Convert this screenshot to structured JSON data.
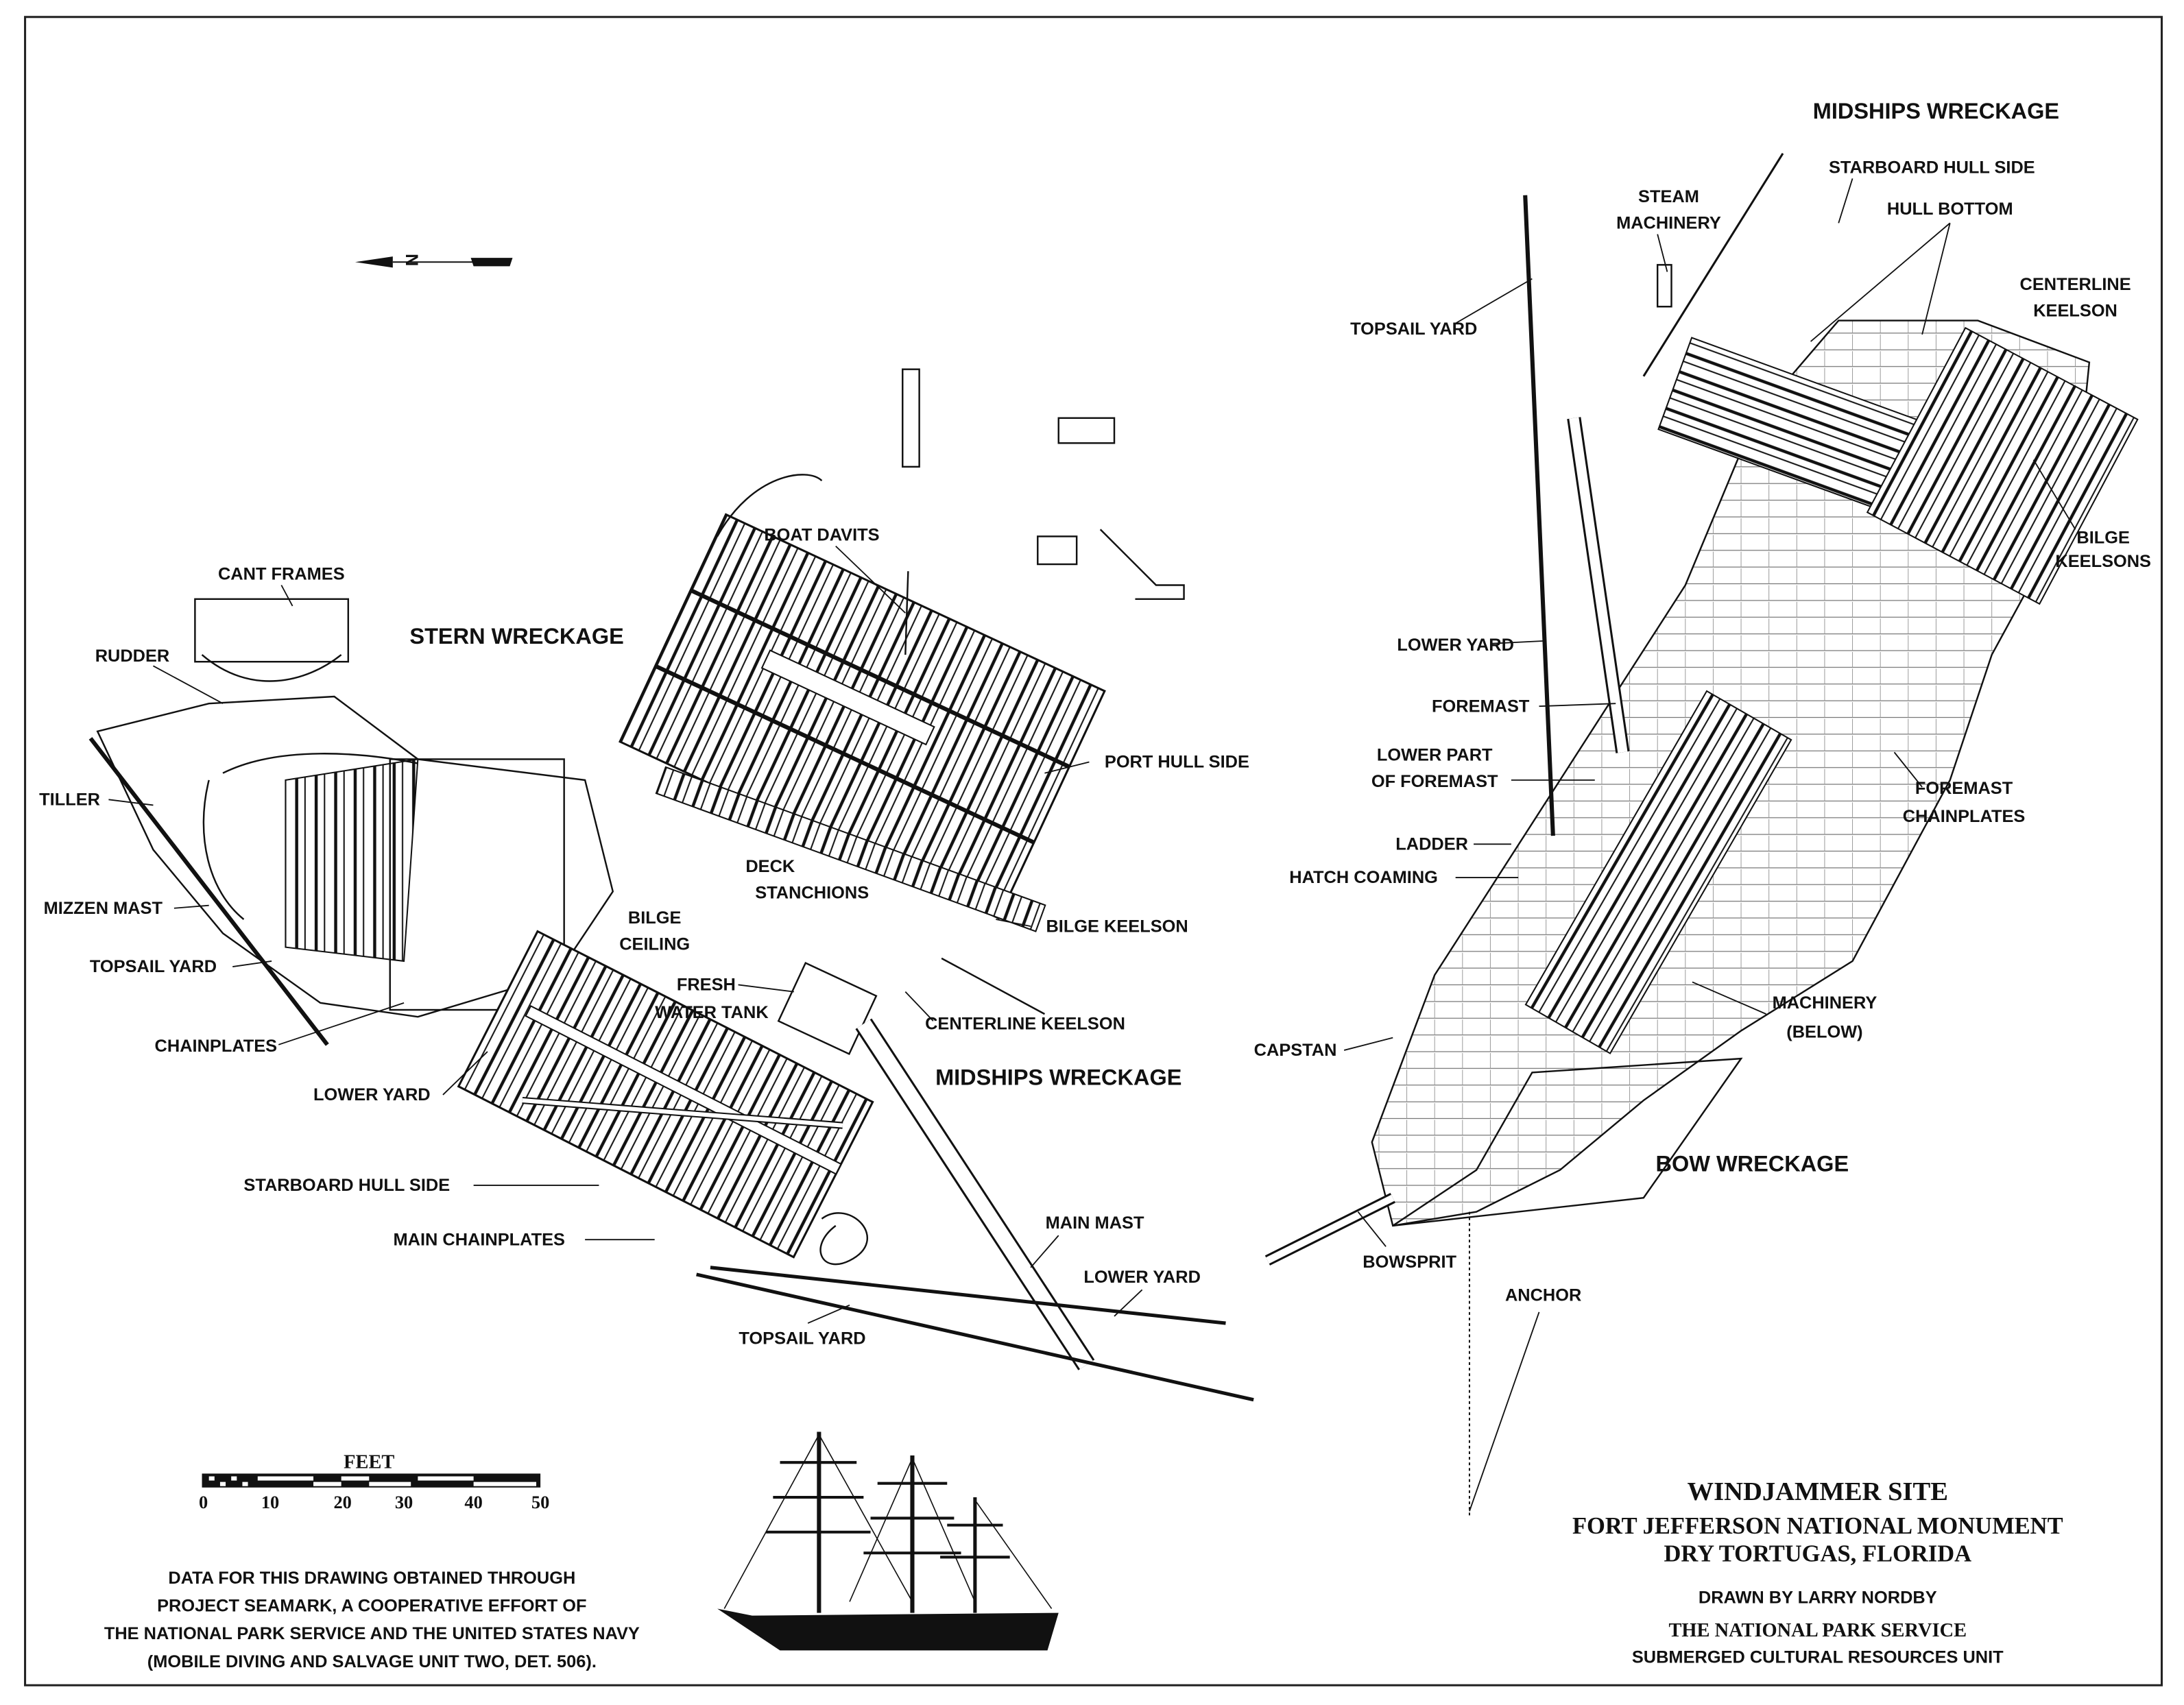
{
  "north_arrow": {
    "letter": "N",
    "icon": "north-arrow-icon"
  },
  "sections": {
    "midships_top": "MIDSHIPS WRECKAGE",
    "stern": "STERN WRECKAGE",
    "midships_center": "MIDSHIPS WRECKAGE",
    "bow": "BOW WRECKAGE"
  },
  "labels_right": {
    "starboard_hull_side": "STARBOARD HULL SIDE",
    "steam_machinery": [
      "STEAM",
      "MACHINERY"
    ],
    "hull_bottom": "HULL BOTTOM",
    "centerline_keelson": [
      "CENTERLINE",
      "KEELSON"
    ],
    "topsail_yard": "TOPSAIL YARD",
    "bilge_keelsons": [
      "BILGE",
      "KEELSONS"
    ],
    "lower_yard": "LOWER YARD",
    "foremast": "FOREMAST",
    "lower_part_of_foremast": [
      "LOWER PART",
      "OF FOREMAST"
    ],
    "foremast_chainplates": [
      "FOREMAST",
      "CHAINPLATES"
    ],
    "ladder": "LADDER",
    "hatch_coaming": "HATCH COAMING",
    "machinery_below": [
      "MACHINERY",
      "(BELOW)"
    ],
    "capstan": "CAPSTAN",
    "bowsprit": "BOWSPRIT",
    "anchor": "ANCHOR"
  },
  "labels_left": {
    "cant_frames": "CANT FRAMES",
    "rudder": "RUDDER",
    "tiller": "TILLER",
    "mizzen_mast": "MIZZEN MAST",
    "topsail_yard": "TOPSAIL YARD",
    "chainplates": "CHAINPLATES",
    "lower_yard": "LOWER YARD",
    "starboard_hull_side": "STARBOARD HULL SIDE",
    "main_chainplates": "MAIN CHAINPLATES"
  },
  "labels_center": {
    "boat_davits": "BOAT DAVITS",
    "port_hull_side": "PORT HULL SIDE",
    "deck_stanchions": [
      "DECK",
      "STANCHIONS"
    ],
    "bilge_ceiling": [
      "BILGE",
      "CEILING"
    ],
    "bilge_keelson": "BILGE KEELSON",
    "fresh_water_tank": [
      "FRESH",
      "WATER TANK"
    ],
    "centerline_keelson": "CENTERLINE KEELSON",
    "main_mast": "MAIN MAST",
    "lower_yard": "LOWER YARD",
    "topsail_yard": "TOPSAIL YARD"
  },
  "scale_bar": {
    "unit": "FEET",
    "ticks": [
      "0",
      "10",
      "20",
      "30",
      "40",
      "50"
    ]
  },
  "credits": [
    "DATA FOR THIS DRAWING OBTAINED THROUGH",
    "PROJECT SEAMARK, A COOPERATIVE EFFORT OF",
    "THE NATIONAL PARK SERVICE AND THE UNITED STATES NAVY",
    "(MOBILE DIVING AND SALVAGE UNIT TWO, DET. 506)."
  ],
  "title_block": {
    "title": "WINDJAMMER SITE",
    "subtitle1": "FORT JEFFERSON NATIONAL MONUMENT",
    "subtitle2": "DRY TORTUGAS, FLORIDA",
    "drawn_by": "DRAWN BY LARRY NORDBY",
    "agency": "THE NATIONAL PARK SERVICE",
    "unit": "SUBMERGED CULTURAL RESOURCES UNIT"
  }
}
